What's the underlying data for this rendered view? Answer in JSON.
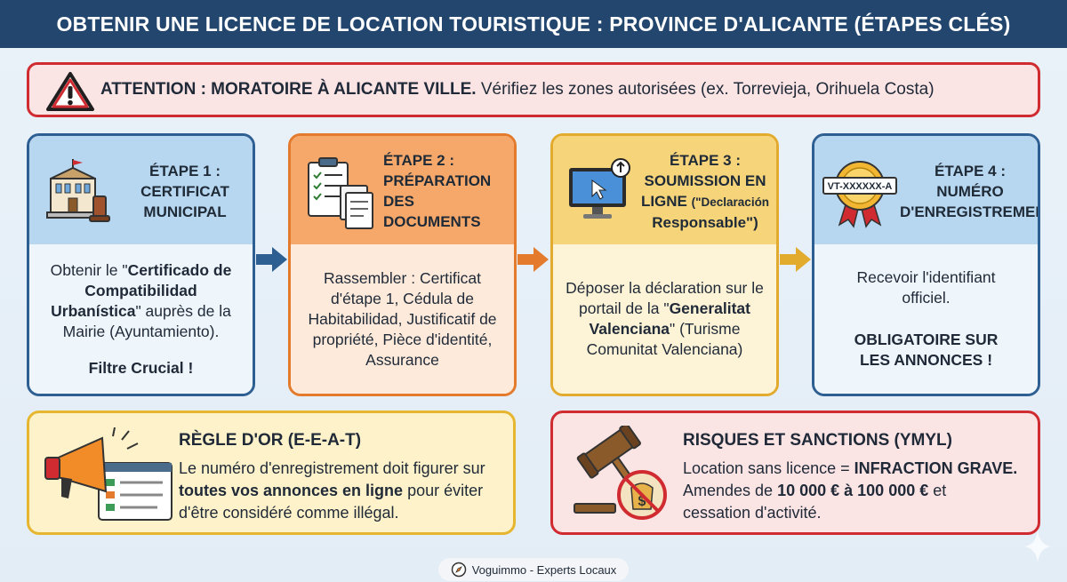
{
  "header": {
    "title": "OBTENIR UNE LICENCE DE LOCATION TOURISTIQUE : PROVINCE D'ALICANTE (ÉTAPES CLÉS)"
  },
  "alert": {
    "bold": "ATTENTION : MORATOIRE À ALICANTE VILLE.",
    "text": " Vérifiez les zones autorisées (ex. Torrevieja, Orihuela Costa)"
  },
  "steps": [
    {
      "title_lines": [
        "ÉTAPE 1 :",
        "CERTIFICAT",
        "MUNICIPAL"
      ],
      "body": {
        "pre": "Obtenir le \"",
        "bold": "Certificado de Compatibilidad Urbanística",
        "post": "\" auprès de la Mairie (Ayuntamiento).",
        "note": "Filtre Crucial !"
      }
    },
    {
      "title_lines": [
        "ÉTAPE 2 :",
        "PRÉPARATION",
        "DES",
        "DOCUMENTS"
      ],
      "body": {
        "text": "Rassembler : Certificat d'étape 1, Cédula de Habitabilidad, Justificatif de propriété, Pièce d'identité, Assurance"
      }
    },
    {
      "title_lines": [
        "ÉTAPE 3 :",
        "SOUMISSION EN"
      ],
      "title_ligne": "LIGNE",
      "title_small": "(\"Declaración",
      "title_last": "Responsable\")",
      "body": {
        "pre": "Déposer la déclaration sur le portail de la \"",
        "bold": "Generalitat Valenciana",
        "post": "\" (Turisme Comunitat Valenciana)"
      }
    },
    {
      "title_lines": [
        "ÉTAPE 4 :",
        "NUMÉRO",
        "D'ENREGISTREMENT"
      ],
      "badge_text": "VT-XXXXXX-A",
      "body": {
        "text": "Recevoir l'identifiant officiel.",
        "bold": "OBLIGATOIRE SUR LES ANNONCES !"
      }
    }
  ],
  "gold_rule": {
    "title": "RÈGLE D'OR (E-E-A-T)",
    "pre": "Le numéro d'enregistrement doit figurer sur ",
    "bold": "toutes vos annonces en ligne",
    "post": " pour éviter d'être considéré comme illégal."
  },
  "risks": {
    "title": "RISQUES ET SANCTIONS (YMYL)",
    "l1_pre": "Location sans licence = ",
    "l1_bold": "INFRACTION GRAVE.",
    "l2_pre": "Amendes de ",
    "l2_bold": "10 000 € à 100 000 €",
    "l2_post": " et",
    "l3": "cessation d'activité."
  },
  "footer": {
    "label": "Voguimmo - Experts Locaux"
  },
  "colors": {
    "header": "#22466e",
    "alert_red": "#d02b30",
    "blue": "#2e5f93",
    "orange": "#e37a2c",
    "yellow": "#e3ab2e"
  }
}
